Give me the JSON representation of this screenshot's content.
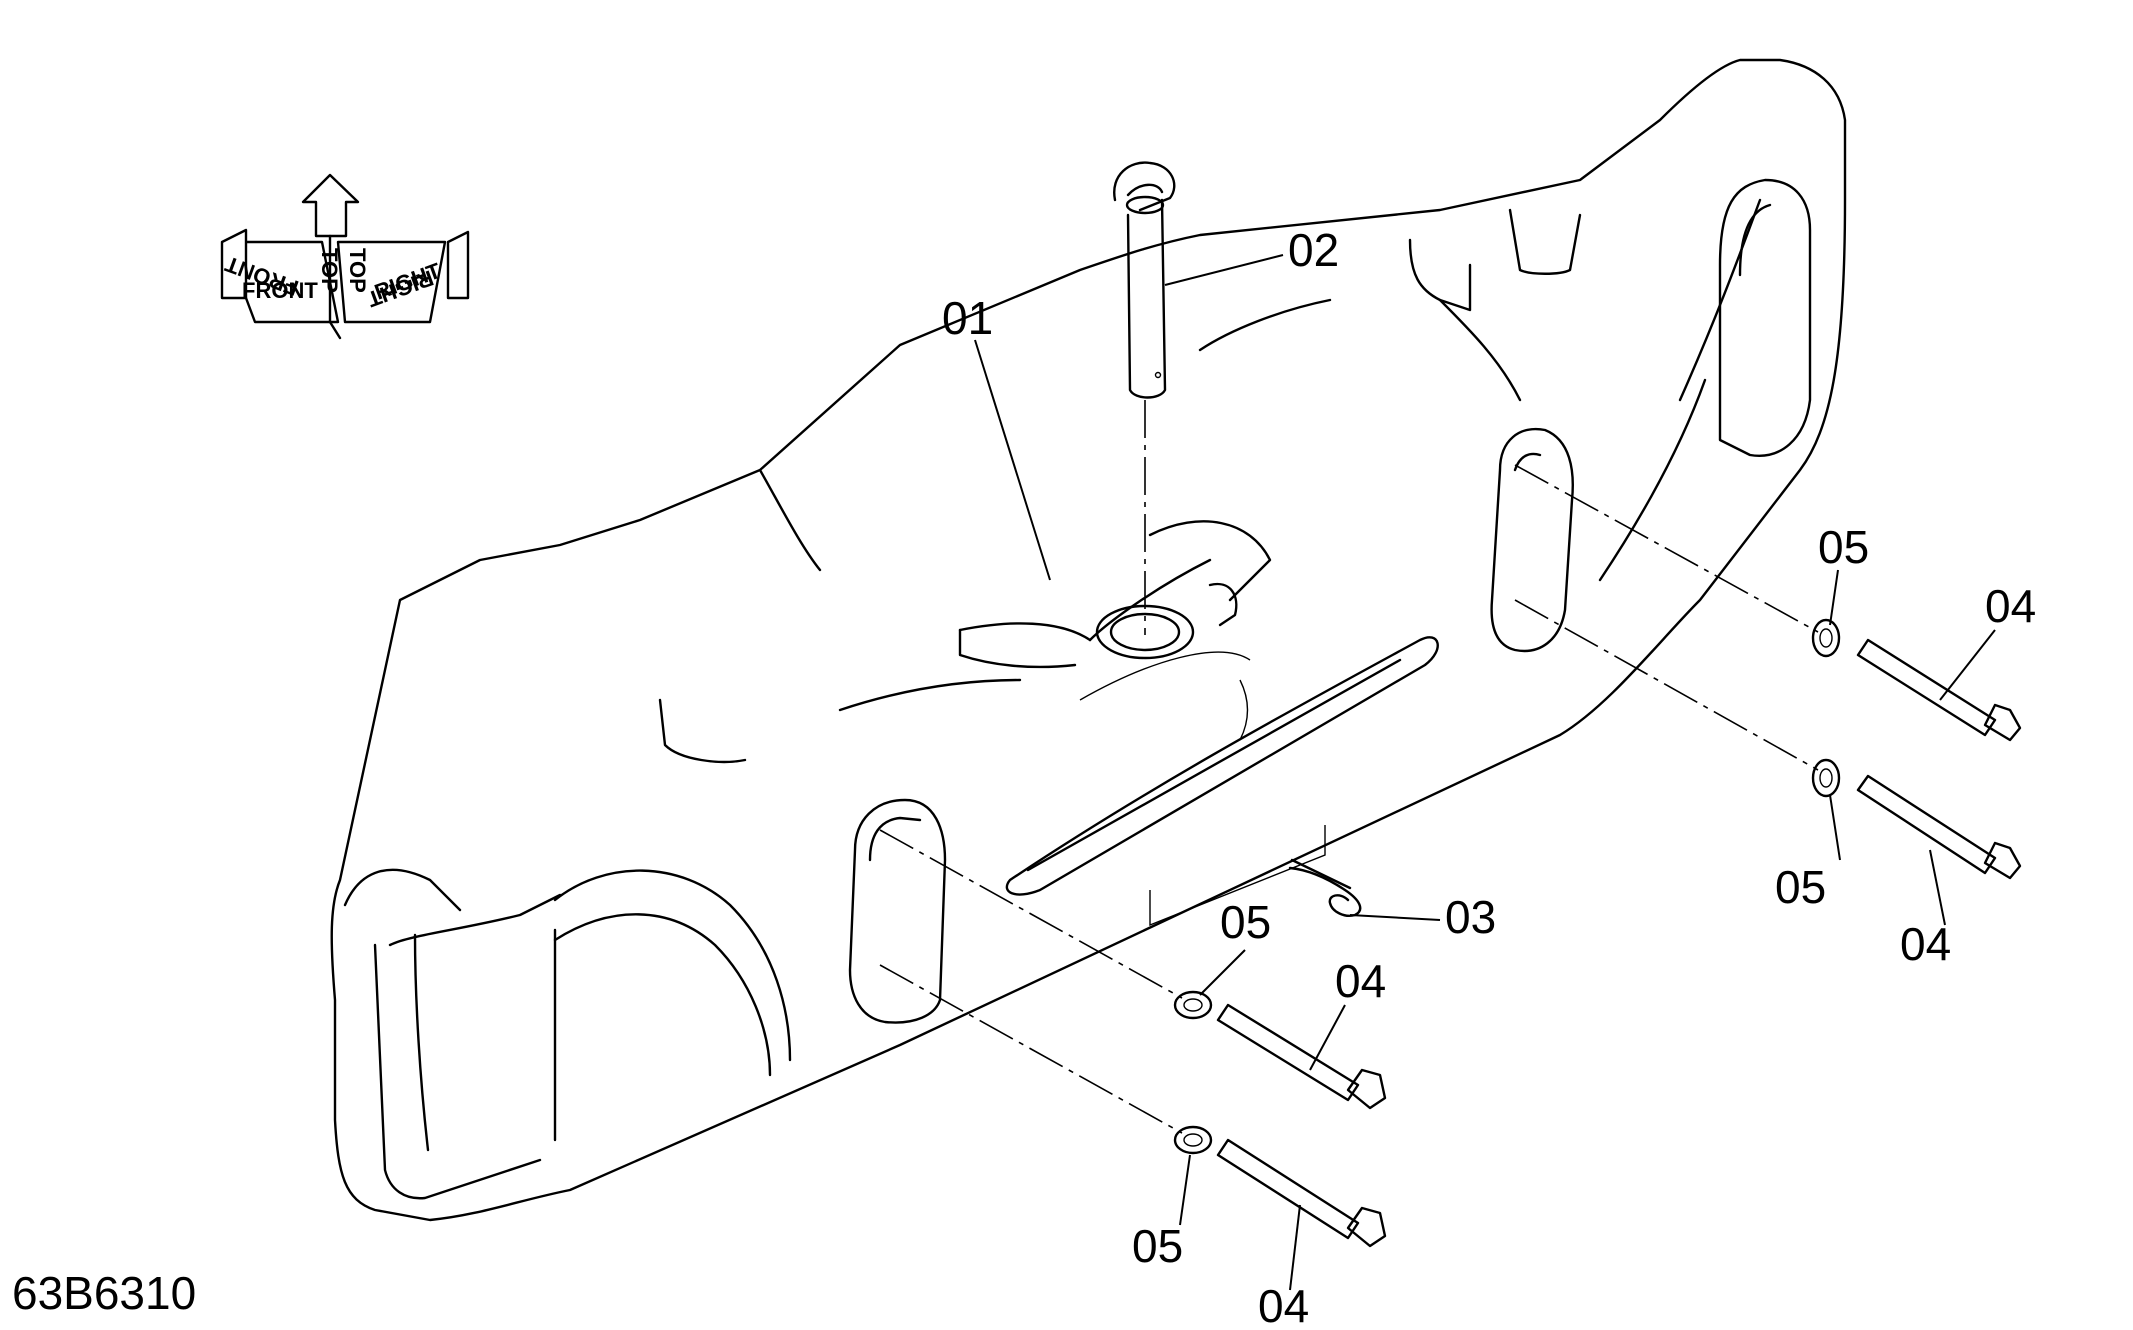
{
  "drawing_id": "63B6310",
  "orientation": {
    "front": "FRONT",
    "top": "TOP",
    "right": "RIGHT"
  },
  "callouts": [
    {
      "id": "01"
    },
    {
      "id": "02"
    },
    {
      "id": "03"
    },
    {
      "id": "04"
    },
    {
      "id": "04"
    },
    {
      "id": "04"
    },
    {
      "id": "04"
    },
    {
      "id": "05"
    },
    {
      "id": "05"
    },
    {
      "id": "05"
    },
    {
      "id": "05"
    }
  ]
}
